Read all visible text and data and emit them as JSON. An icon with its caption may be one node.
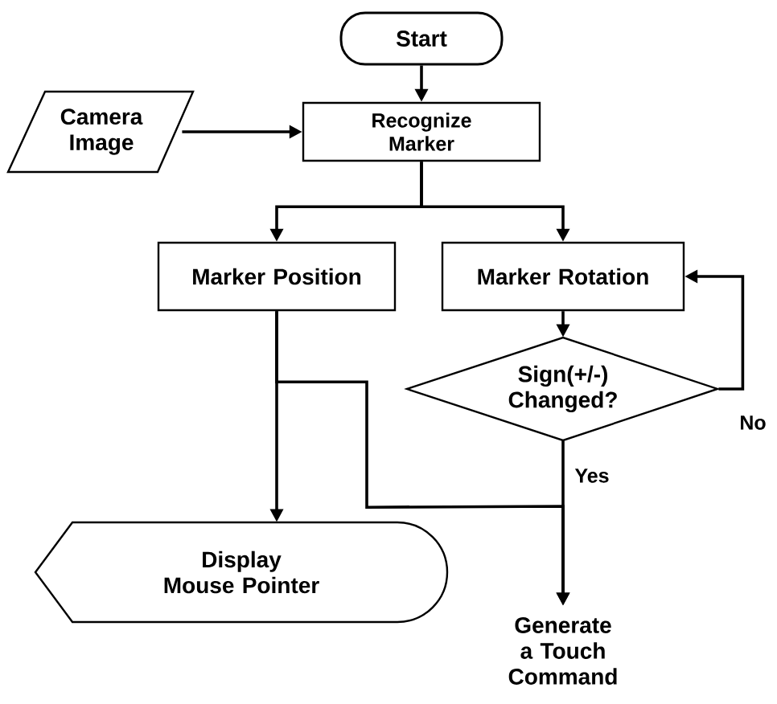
{
  "diagram": {
    "nodes": [
      {
        "text": [
          "Start"
        ]
      },
      {
        "text": [
          "Camera Image"
        ]
      },
      {
        "text": [
          "Recognize Marker"
        ]
      },
      {
        "text": [
          "Marker Position"
        ]
      },
      {
        "text": [
          "Marker Rotation"
        ]
      },
      {
        "text": [
          "Sign(+/-) Changed?"
        ]
      },
      {
        "text": [
          "Display Mouse Pointer"
        ]
      },
      {
        "text": [
          "Generate a Touch Command"
        ]
      }
    ],
    "edges": [
      {
        "from": 0,
        "to": 2,
        "arrow": "to"
      },
      {
        "from": 1,
        "to": 2,
        "arrow": "to"
      },
      {
        "from": 2,
        "to": 3,
        "arrow": "to"
      },
      {
        "from": 2,
        "to": 4,
        "arrow": "to"
      },
      {
        "from": 4,
        "to": 5,
        "arrow": "to"
      },
      {
        "from": 5,
        "to": 4,
        "arrow": "to",
        "label": "No"
      },
      {
        "from": 5,
        "to": 7,
        "arrow": "to",
        "label": "Yes"
      },
      {
        "from": 3,
        "to": 6,
        "arrow": "to"
      },
      {
        "from": 3,
        "to": 7,
        "arrow": "to"
      }
    ]
  }
}
